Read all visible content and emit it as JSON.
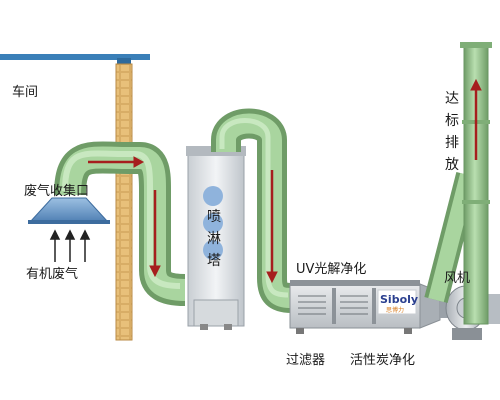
{
  "labels": {
    "workshop": "车间",
    "hood": "废气收集口",
    "organic_gas": "有机废气",
    "spray_tower": "喷淋塔",
    "uv": "UV光解净化",
    "filter": "过滤器",
    "carbon": "活性炭净化",
    "fan": "风机",
    "emission": "达标排放"
  },
  "brand": {
    "name": "Siboly",
    "sub": "思博力"
  },
  "colors": {
    "pipe": "#9ccb92",
    "pipe_dark": "#6f9c67",
    "flow_arrow": "#a61e1e",
    "wall": "#d2a45c",
    "beam": "#3a7fb8",
    "tower": "#e4e7ea",
    "hood": "#6c99c7"
  }
}
